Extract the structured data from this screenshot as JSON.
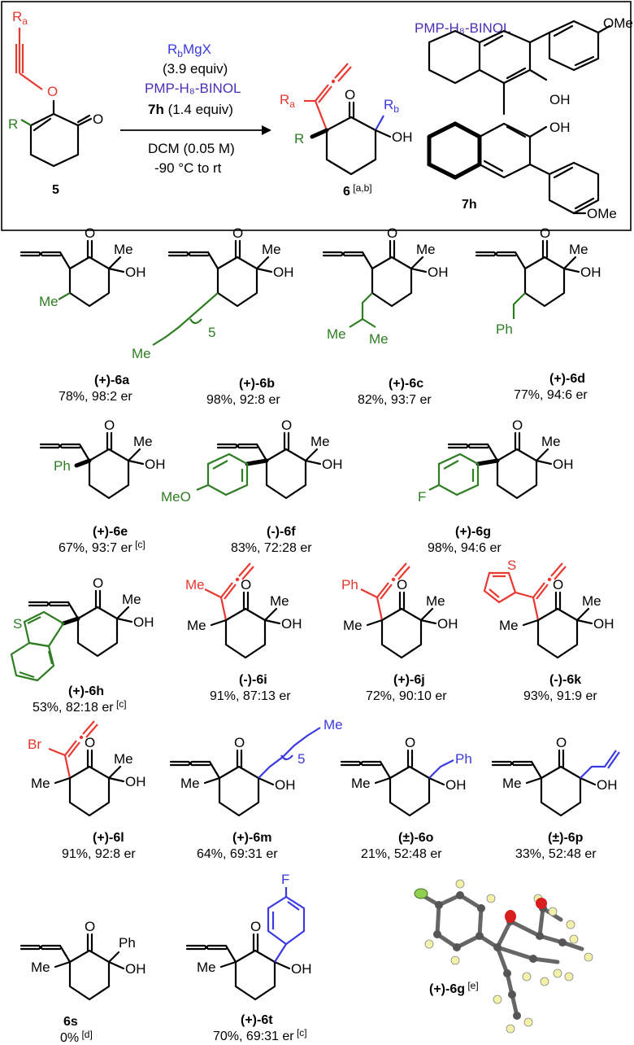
{
  "scheme": {
    "reagents": {
      "line1_main": "R",
      "line1_sub": "b",
      "line1_tail": "MgX",
      "line2": "(3.9 equiv)",
      "line3": "PMP-H₈-BINOL",
      "line4_bold": "7h",
      "line4_rest": " (1.4 equiv)",
      "line5": "DCM (0.05 M)",
      "line6": "-90 °C to rt"
    },
    "starting_material": {
      "name": "5",
      "sub_ra": "R",
      "sub_ra_idx": "a",
      "sub_r": "R",
      "o_label": "O"
    },
    "product": {
      "name": "6",
      "note": " [a,b]",
      "ra": "R",
      "ra_idx": "a",
      "rb": "R",
      "rb_idx": "b",
      "r": "R",
      "o": "O",
      "oh": "OH"
    },
    "ligand": {
      "title": "PMP-H₈-BINOL",
      "name": "7h",
      "ome_top": "OMe",
      "ome_bottom": "OMe",
      "oh_top": "OH",
      "oh_bottom": "OH"
    }
  },
  "labels": {
    "O": "O",
    "OH": "OH",
    "Me": "Me",
    "Ph": "Ph",
    "Br": "Br",
    "S": "S",
    "F": "F",
    "MeO": "MeO",
    "five": "5"
  },
  "compounds": [
    {
      "id": "6a",
      "name": "(+)-6a",
      "result": "78%, 98:2 er"
    },
    {
      "id": "6b",
      "name": "(+)-6b",
      "result": "98%, 92:8 er"
    },
    {
      "id": "6c",
      "name": "(+)-6c",
      "result": "82%, 93:7 er"
    },
    {
      "id": "6d",
      "name": "(+)-6d",
      "result": "77%, 94:6 er"
    },
    {
      "id": "6e",
      "name": "(+)-6e",
      "result": "67%, 93:7 er",
      "note": " [c]"
    },
    {
      "id": "6f",
      "name": "(-)-6f",
      "result": "83%, 72:28 er"
    },
    {
      "id": "6g",
      "name": "(+)-6g",
      "result": "98%, 94:6 er"
    },
    {
      "id": "6h",
      "name": "(+)-6h",
      "result": "53%, 82:18 er",
      "note": " [c]"
    },
    {
      "id": "6i",
      "name": "(-)-6i",
      "result": "91%, 87:13 er"
    },
    {
      "id": "6j",
      "name": "(+)-6j",
      "result": "72%, 90:10 er"
    },
    {
      "id": "6k",
      "name": "(-)-6k",
      "result": "93%, 91:9 er"
    },
    {
      "id": "6l",
      "name": "(+)-6l",
      "result": "91%, 92:8 er"
    },
    {
      "id": "6m",
      "name": "(+)-6m",
      "result": "64%, 69:31 er"
    },
    {
      "id": "6o",
      "name": "(±)-6o",
      "result": "21%, 52:48 er"
    },
    {
      "id": "6p",
      "name": "(±)-6p",
      "result": "33%, 52:48 er"
    },
    {
      "id": "6s",
      "name": "6s",
      "result": "0%",
      "note": " [d]"
    },
    {
      "id": "6t",
      "name": "(+)-6t",
      "result": "70%, 69:31 er",
      "note": " [c]"
    }
  ],
  "crystal": {
    "name": "(+)-6g",
    "note": " [e]"
  },
  "colors": {
    "ra": "#e8382f",
    "r": "#2e7d23",
    "rb": "#3a3ae0",
    "ligand": "#4a2fb5",
    "oxygen": "#d81e1e",
    "fluorine": "#8fd14f",
    "carbon": "#555555",
    "hydrogen": "#f3f0a8"
  }
}
